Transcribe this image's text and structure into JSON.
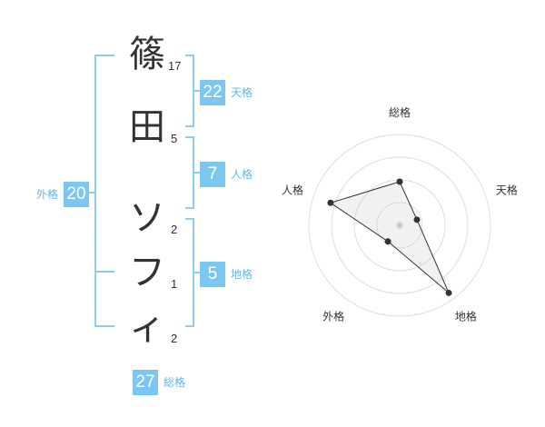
{
  "name": {
    "characters": [
      {
        "char": "篠",
        "strokes": "17"
      },
      {
        "char": "田",
        "strokes": "5"
      },
      {
        "char": "ソ",
        "strokes": "2"
      },
      {
        "char": "フ",
        "strokes": "1"
      },
      {
        "char": "ィ",
        "strokes": "2"
      }
    ]
  },
  "fortunes": {
    "tenkaku": {
      "value": "22",
      "label": "天格"
    },
    "jinkaku": {
      "value": "7",
      "label": "人格"
    },
    "chikaku": {
      "value": "5",
      "label": "地格"
    },
    "gaikaku": {
      "value": "20",
      "label": "外格"
    },
    "soukaku": {
      "value": "27",
      "label": "総格"
    }
  },
  "colors": {
    "accent": "#7cc6f2",
    "bracket": "#8ecdf0",
    "label": "#5fb7ea",
    "text": "#333333"
  },
  "chart_data": {
    "type": "radar",
    "axes": [
      "総格",
      "天格",
      "地格",
      "外格",
      "人格"
    ],
    "values": [
      0.48,
      0.2,
      0.92,
      0.22,
      0.8
    ],
    "range": [
      0,
      1
    ],
    "rings": 4
  }
}
